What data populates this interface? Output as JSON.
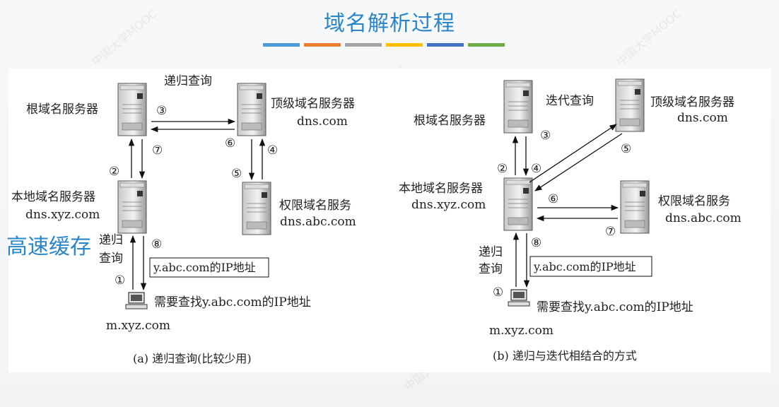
{
  "title": "域名解析过程",
  "accent_colors": [
    "#4a9bd6",
    "#ed7d31",
    "#a5a5a5",
    "#ffc000",
    "#4472c4",
    "#70ad47"
  ],
  "cache_note": "高速缓存",
  "watermark_text": "中国大学MOOC",
  "diagram_a": {
    "root": "根域名服务器",
    "tld": "顶级域名服务器",
    "tld_host": "dns.com",
    "local": "本地域名服务器",
    "local_host": "dns.xyz.com",
    "auth": "权限域名服务",
    "auth_host": "dns.abc.com",
    "query_type": "递归查询",
    "client_query_line1": "递归",
    "client_query_line2": "查询",
    "answer": "y.abc.com的IP地址",
    "request": "需要查找y.abc.com的IP地址",
    "client_host": "m.xyz.com",
    "caption": "(a) 递归查询(比较少用)",
    "steps": [
      "①",
      "②",
      "③",
      "④",
      "⑤",
      "⑥",
      "⑦",
      "⑧"
    ]
  },
  "diagram_b": {
    "root": "根域名服务器",
    "tld": "顶级域名服务器",
    "tld_host": "dns.com",
    "local": "本地域名服务器",
    "local_host": "dns.xyz.com",
    "auth": "权限域名服务",
    "auth_host": "dns.abc.com",
    "query_type": "迭代查询",
    "client_query_line1": "递归",
    "client_query_line2": "查询",
    "answer": "y.abc.com的IP地址",
    "request": "需要查找y.abc.com的IP地址",
    "client_host": "m.xyz.com",
    "caption": "(b) 递归与迭代相结合的方式",
    "steps": [
      "①",
      "②",
      "③",
      "④",
      "⑤",
      "⑥",
      "⑦",
      "⑧"
    ]
  }
}
